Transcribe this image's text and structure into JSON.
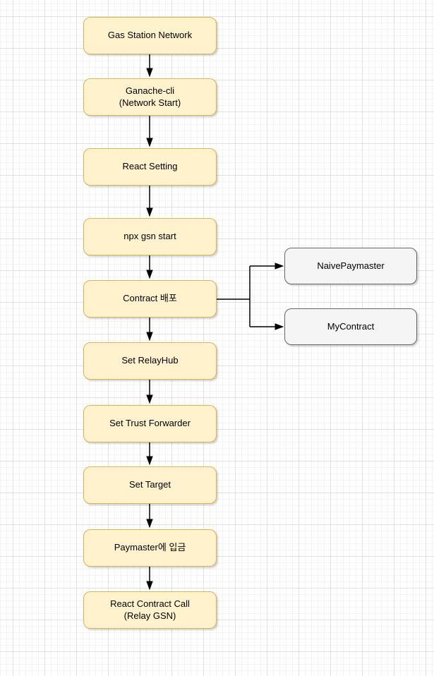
{
  "diagram": {
    "nodes": [
      {
        "label": "Gas Station Network"
      },
      {
        "label": "Ganache-cli\n(Network Start)"
      },
      {
        "label": "React Setting"
      },
      {
        "label": "npx gsn start"
      },
      {
        "label": "Contract 배포"
      },
      {
        "label": "Set RelayHub"
      },
      {
        "label": "Set Trust Forwarder"
      },
      {
        "label": "Set Target"
      },
      {
        "label": "Paymaster에 입금"
      },
      {
        "label": "React Contract Call\n(Relay GSN)"
      }
    ],
    "side_nodes": [
      {
        "label": "NaivePaymaster"
      },
      {
        "label": "MyContract"
      }
    ]
  },
  "colors": {
    "canvas_bg": "#FFFFFF",
    "grid_minor": "#F3F3F3",
    "grid_major": "#E0E0E0",
    "flow_node_fill": "#FFF2CC",
    "flow_node_border": "#D6B656",
    "side_node_fill": "#F5F5F5",
    "side_node_border": "#666666",
    "connector": "#000000"
  }
}
